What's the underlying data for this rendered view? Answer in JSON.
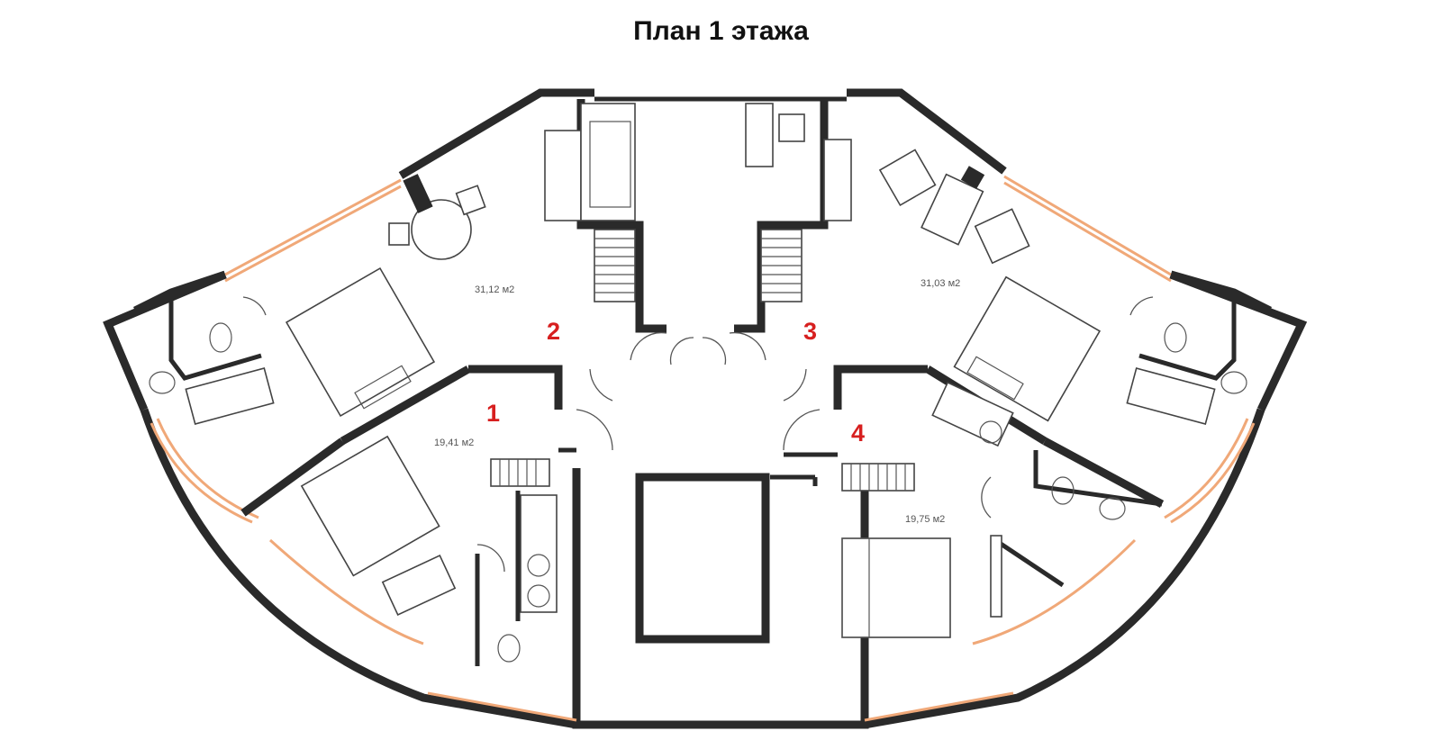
{
  "title": "План 1 этажа",
  "units": [
    {
      "number": "1",
      "area": "19,41 м2"
    },
    {
      "number": "2",
      "area": "31,12 м2"
    },
    {
      "number": "3",
      "area": "31,03 м2"
    },
    {
      "number": "4",
      "area": "19,75 м2"
    }
  ],
  "colors": {
    "wall": "#2a2a2a",
    "window": "#f0a878",
    "unit_number": "#d71f1f"
  }
}
